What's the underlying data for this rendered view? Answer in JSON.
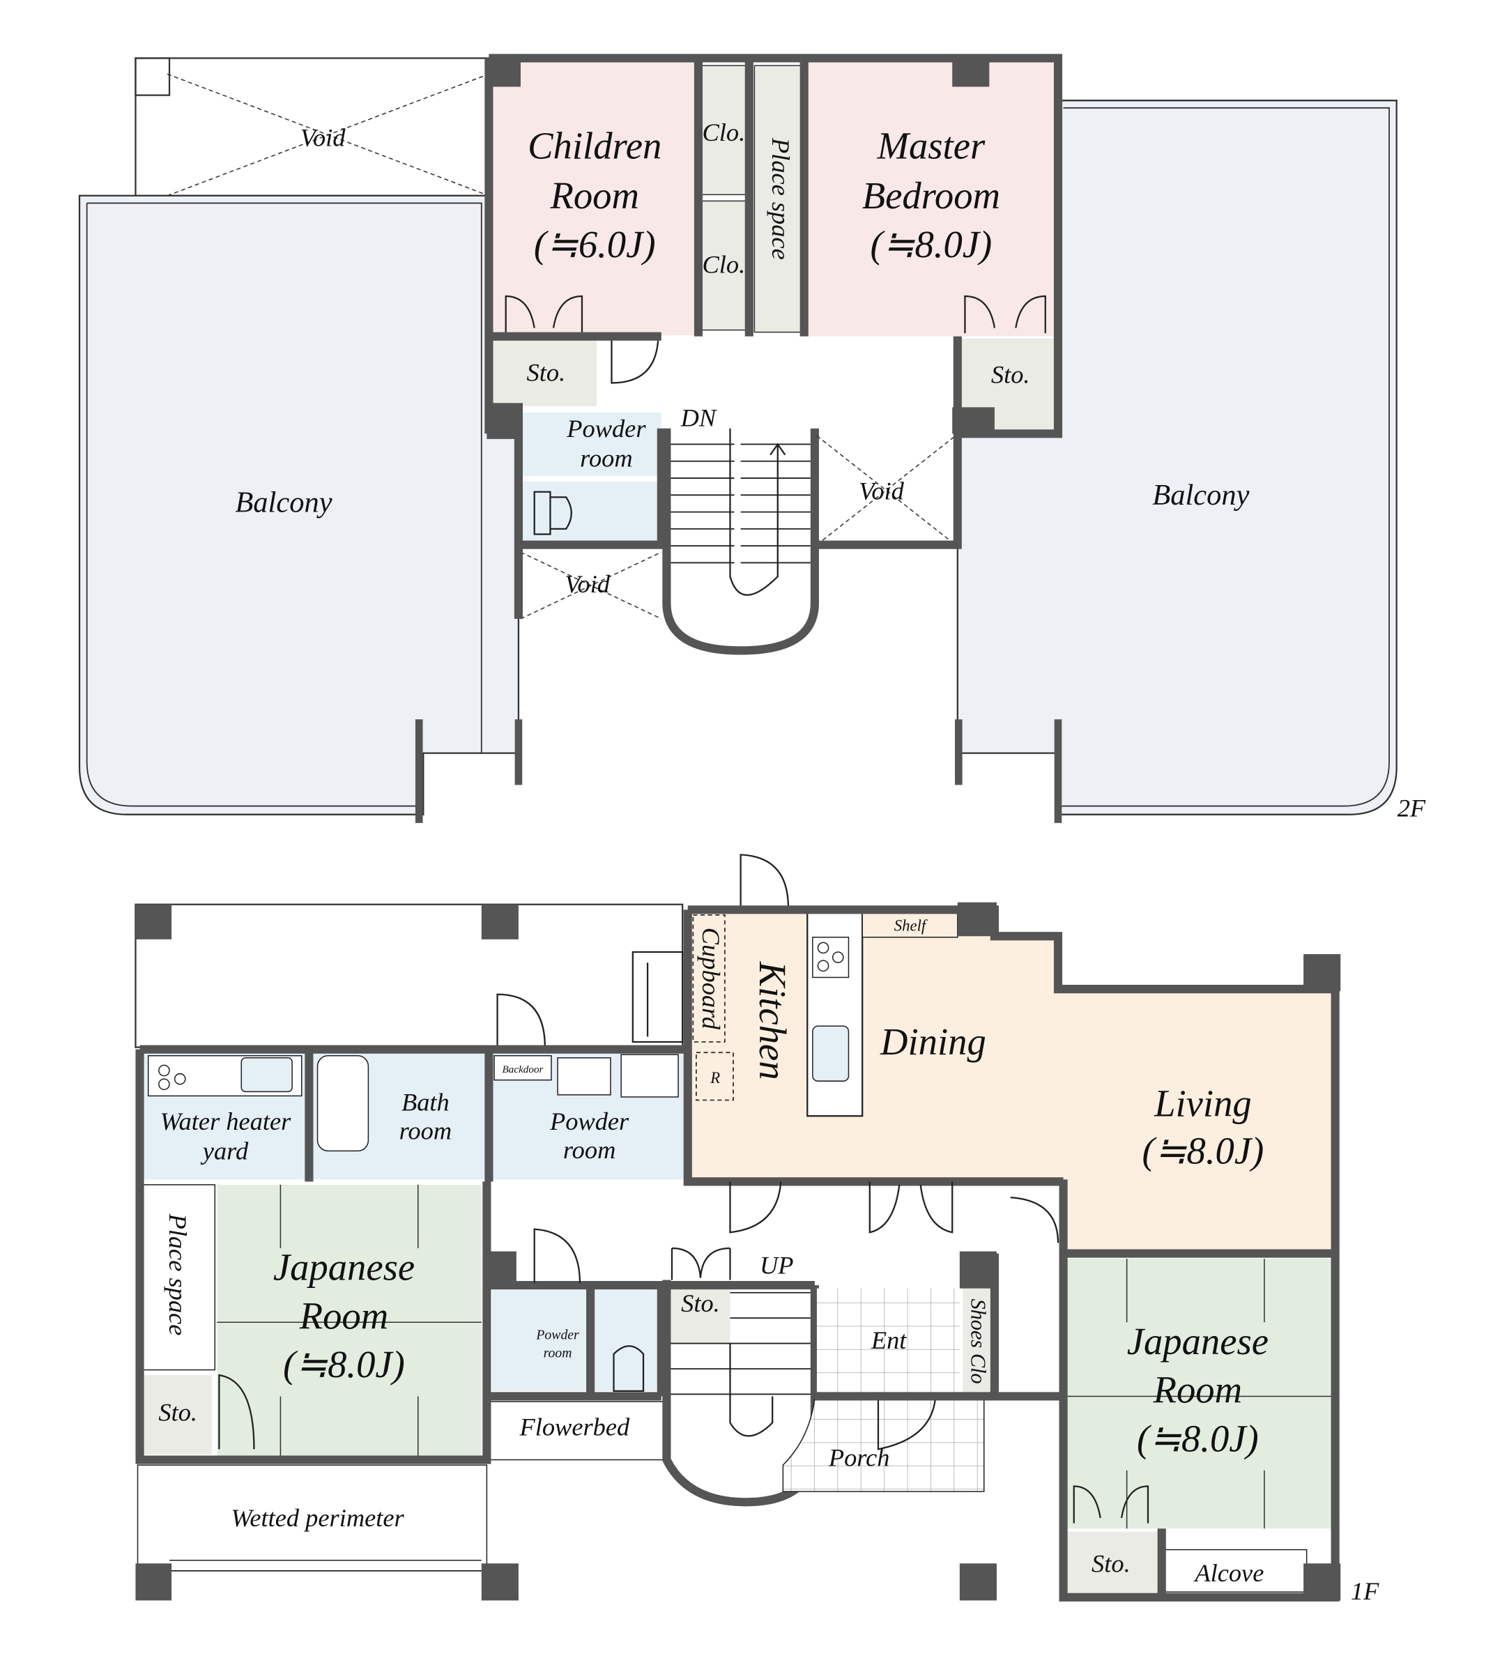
{
  "floor_2f": {
    "label": "2F",
    "void_top_left": "Void",
    "children_room": {
      "line1": "Children",
      "line2": "Room",
      "size": "(≒6.0J)"
    },
    "closet_1": "Clo.",
    "closet_2": "Clo.",
    "place_space": "Place space",
    "master_bedroom": {
      "line1": "Master",
      "line2": "Bedroom",
      "size": "(≒8.0J)"
    },
    "storage_left": "Sto.",
    "storage_right": "Sto.",
    "powder_room": {
      "line1": "Powder",
      "line2": "room"
    },
    "stairs_label": "DN",
    "void_right": "Void",
    "void_center": "Void",
    "balcony_left": "Balcony",
    "balcony_right": "Balcony"
  },
  "floor_1f": {
    "label": "1F",
    "cupboard": "Cupboard",
    "refrigerator": "R",
    "kitchen": "Kitchen",
    "shelf": "Shelf",
    "dining": "Dining",
    "living": {
      "line1": "Living",
      "size": "(≒8.0J)"
    },
    "water_heater_yard": {
      "line1": "Water heater",
      "line2": "yard"
    },
    "bath_room": {
      "line1": "Bath",
      "line2": "room"
    },
    "backdoor": "Backdoor",
    "powder_room": {
      "line1": "Powder",
      "line2": "room"
    },
    "place_space": "Place space",
    "japanese_room_left": {
      "line1": "Japanese",
      "line2": "Room",
      "size": "(≒8.0J)"
    },
    "storage_left": "Sto.",
    "wetted_perimeter": "Wetted perimeter",
    "powder_room_small": {
      "line1": "Powder",
      "line2": "room"
    },
    "flowerbed": "Flowerbed",
    "storage_stairs": "Sto.",
    "stairs_label": "UP",
    "entrance": "Ent",
    "shoes_closet": "Shoes Clo",
    "porch": "Porch",
    "japanese_room_right": {
      "line1": "Japanese",
      "line2": "Room",
      "size": "(≒8.0J)"
    },
    "storage_right": "Sto.",
    "alcove": "Alcove"
  }
}
